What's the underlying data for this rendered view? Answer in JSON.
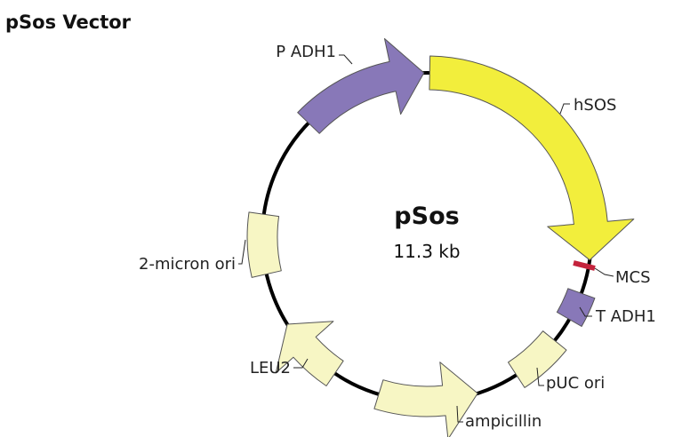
{
  "title": "pSos Vector",
  "plasmid": {
    "name": "pSos",
    "size": "11.3 kb"
  },
  "colors": {
    "backbone": "#000000",
    "promoter_terminator": "#8878B8",
    "hsos": "#F2EE3C",
    "element": "#F7F6C4",
    "mcs": "#C4233C"
  },
  "features": {
    "p_adh1": "P ADH1",
    "hsos": "hSOS",
    "mcs": "MCS",
    "t_adh1": "T ADH1",
    "puc_ori": "pUC ori",
    "ampicillin": "ampicillin",
    "leu2": "LEU2",
    "two_micron": "2-micron ori"
  }
}
